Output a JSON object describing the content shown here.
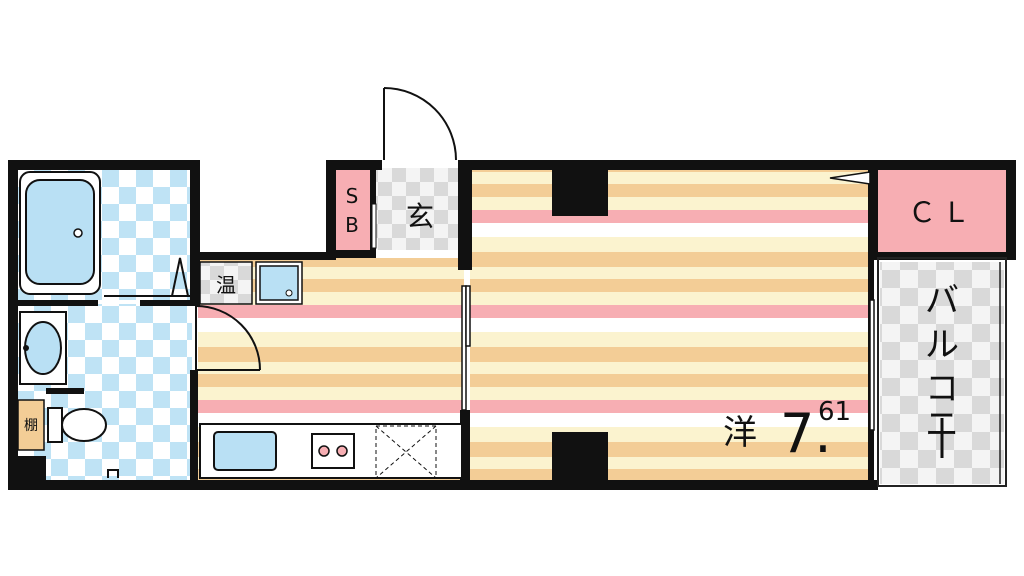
{
  "rooms": {
    "entrance": "玄",
    "shoebox_s": "S",
    "shoebox_b": "B",
    "water_heater": "温",
    "shelf": "棚",
    "closet": "ＣＬ",
    "balcony": "バルコニー",
    "western_room": "洋",
    "room_size_whole": "7.",
    "room_size_fraction": "61"
  },
  "colors": {
    "wall": "#111111",
    "stripe_cream": "#fbf3cf",
    "stripe_tan": "#f3cd96",
    "stripe_pink": "#f7aeb3",
    "stripe_white": "#ffffff",
    "tile_blue": "#bfe3f5",
    "tile_gray": "#d9d9d9",
    "closet_pink": "#f7aeb3",
    "fixture_blue": "#b9e0f4"
  },
  "icons": [
    "bathtub-icon",
    "washbasin-icon",
    "toilet-icon",
    "sink-icon",
    "stove-icon",
    "door-swing-icon",
    "washer-pan-icon"
  ]
}
